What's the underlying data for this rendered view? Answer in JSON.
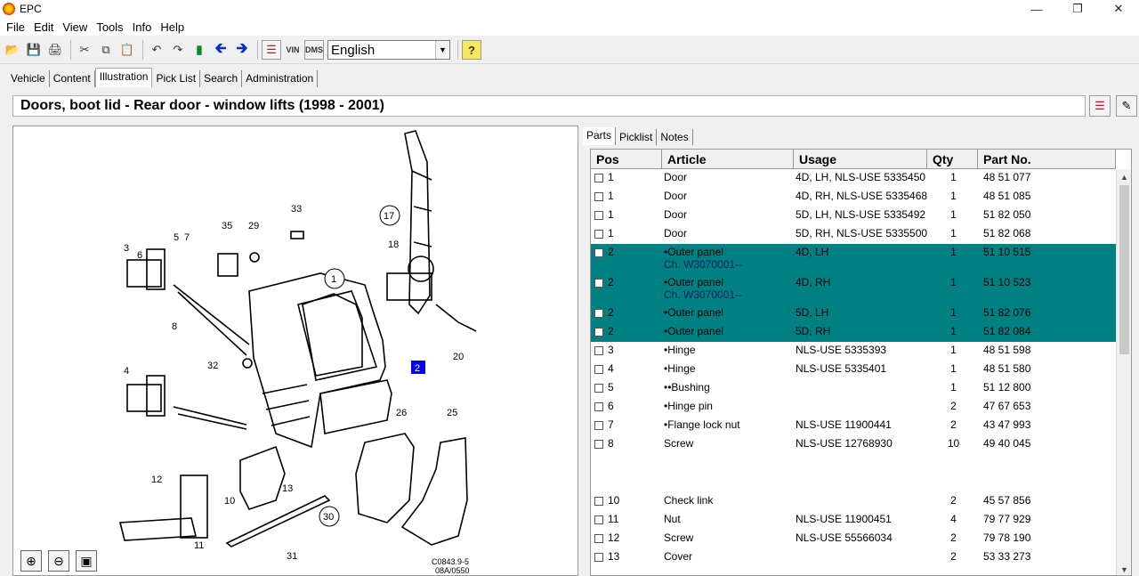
{
  "window": {
    "title": "EPC"
  },
  "menu": [
    "File",
    "Edit",
    "View",
    "Tools",
    "Info",
    "Help"
  ],
  "toolbar": {
    "language": "English",
    "vin_label": "VIN",
    "dms_label": "DMS"
  },
  "main_tabs": [
    "Vehicle",
    "Content",
    "Illustration",
    "Pick List",
    "Search",
    "Administration"
  ],
  "header": {
    "title": "Doors, boot lid - Rear door - window lifts    (1998 - 2001)"
  },
  "illustration": {
    "callouts": [
      "1",
      "2",
      "3",
      "4",
      "5",
      "6",
      "7",
      "8",
      "10",
      "11",
      "12",
      "13",
      "17",
      "18",
      "20",
      "25",
      "26",
      "29",
      "30",
      "31",
      "32",
      "33",
      "35"
    ],
    "drawing_code": "C0843.9-5",
    "drawing_sub": "08A/0550"
  },
  "sub_tabs": [
    "Parts",
    "Picklist",
    "Notes"
  ],
  "grid": {
    "columns": [
      "Pos",
      "Article",
      "Usage",
      "Qty",
      "Part No."
    ],
    "rows": [
      {
        "pos": "1",
        "article": "Door",
        "usage": "4D, LH, NLS-USE 5335450",
        "qty": "1",
        "part": "48 51 077",
        "sub": "",
        "sel": false
      },
      {
        "pos": "1",
        "article": "Door",
        "usage": "4D, RH, NLS-USE 5335468",
        "qty": "1",
        "part": "48 51 085",
        "sub": "",
        "sel": false
      },
      {
        "pos": "1",
        "article": "Door",
        "usage": "5D, LH, NLS-USE 5335492",
        "qty": "1",
        "part": "51 82 050",
        "sub": "",
        "sel": false
      },
      {
        "pos": "1",
        "article": "Door",
        "usage": "5D, RH, NLS-USE 5335500",
        "qty": "1",
        "part": "51 82 068",
        "sub": "",
        "sel": false
      },
      {
        "pos": "2",
        "article": "•Outer panel",
        "usage": "4D, LH",
        "qty": "1",
        "part": "51 10 515",
        "sub": "Ch. W3070001--",
        "sel": true
      },
      {
        "pos": "2",
        "article": "•Outer panel",
        "usage": "4D, RH",
        "qty": "1",
        "part": "51 10 523",
        "sub": "Ch. W3070001--",
        "sel": true
      },
      {
        "pos": "2",
        "article": "•Outer panel",
        "usage": "5D, LH",
        "qty": "1",
        "part": "51 82 076",
        "sub": "",
        "sel": true
      },
      {
        "pos": "2",
        "article": "•Outer panel",
        "usage": "5D, RH",
        "qty": "1",
        "part": "51 82 084",
        "sub": "",
        "sel": true
      },
      {
        "pos": "3",
        "article": "•Hinge",
        "usage": "NLS-USE 5335393",
        "qty": "1",
        "part": "48 51 598",
        "sub": "",
        "sel": false
      },
      {
        "pos": "4",
        "article": "•Hinge",
        "usage": "NLS-USE 5335401",
        "qty": "1",
        "part": "48 51 580",
        "sub": "",
        "sel": false
      },
      {
        "pos": "5",
        "article": "••Bushing",
        "usage": "",
        "qty": "1",
        "part": "51 12 800",
        "sub": "",
        "sel": false
      },
      {
        "pos": "6",
        "article": "•Hinge pin",
        "usage": "",
        "qty": "2",
        "part": "47 67 653",
        "sub": "",
        "sel": false
      },
      {
        "pos": "7",
        "article": "•Flange lock nut",
        "usage": "NLS-USE 11900441",
        "qty": "2",
        "part": "43 47 993",
        "sub": "",
        "sel": false
      },
      {
        "pos": "8",
        "article": "Screw",
        "usage": "NLS-USE 12768930",
        "qty": "10",
        "part": "49 40 045",
        "sub": "",
        "sel": false
      },
      {
        "pos": "10",
        "article": "Check link",
        "usage": "",
        "qty": "2",
        "part": "45 57 856",
        "sub": "",
        "sel": false
      },
      {
        "pos": "11",
        "article": "Nut",
        "usage": "NLS-USE 11900451",
        "qty": "4",
        "part": "79 77 929",
        "sub": "",
        "sel": false
      },
      {
        "pos": "12",
        "article": "Screw",
        "usage": "NLS-USE 55566034",
        "qty": "2",
        "part": "79 78 190",
        "sub": "",
        "sel": false
      },
      {
        "pos": "13",
        "article": "Cover",
        "usage": "",
        "qty": "2",
        "part": "53 33 273",
        "sub": "",
        "sel": false
      }
    ]
  },
  "colors": {
    "selection": "#008080",
    "sub_text": "#0000cc",
    "callout_highlight": "#0000ff"
  }
}
